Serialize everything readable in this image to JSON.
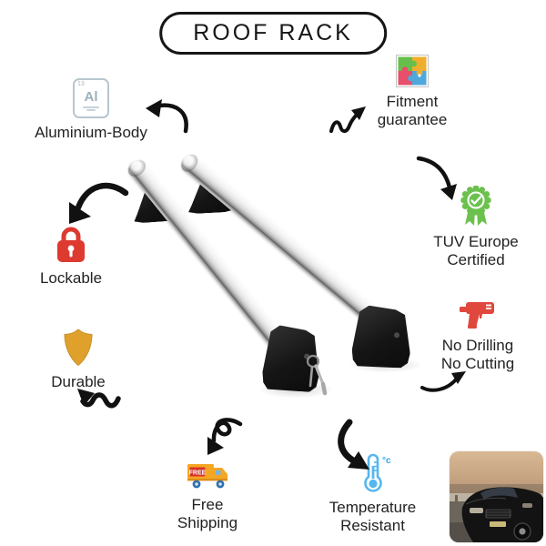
{
  "title": "ROOF RACK",
  "features": {
    "aluminium": {
      "label": "Aluminium-Body",
      "element_number": "13",
      "element_symbol": "Al"
    },
    "fitment": {
      "line1": "Fitment",
      "line2": "guarantee"
    },
    "tuv": {
      "line1": "TUV Europe",
      "line2": "Certified"
    },
    "drill": {
      "line1": "No Drilling",
      "line2": "No Cutting"
    },
    "lock": {
      "label": "Lockable"
    },
    "durable": {
      "label": "Durable"
    },
    "shipping": {
      "line1": "Free",
      "line2": "Shipping",
      "badge": "FREE"
    },
    "temperature": {
      "line1": "Temperature",
      "line2": "Resistant",
      "unit": "°c"
    }
  },
  "icons": {
    "puzzle": "fitment-puzzle-icon",
    "badge": "certified-ribbon-badge-icon",
    "drill": "power-drill-icon",
    "lock": "padlock-icon",
    "shield": "shield-icon",
    "truck": "delivery-truck-icon",
    "thermometer": "thermometer-icon",
    "periodic": "periodic-element-aluminium-icon"
  },
  "images": {
    "product": "roof-rack-cross-bars-photo",
    "car": "sedan-car-photo"
  },
  "colors": {
    "ink": "#161616",
    "puzzle_green": "#67BF4B",
    "puzzle_amber": "#F0AE2E",
    "puzzle_pink": "#E84F6B",
    "puzzle_blue": "#4EA8DC",
    "badge_green": "#6CC14E",
    "drill_red": "#E0473D",
    "lock_red": "#DD3A30",
    "shield_gold": "#DFA12C",
    "truck_amber": "#F5A623",
    "truck_badge_red": "#D93025",
    "thermo_blue": "#56B7EF"
  }
}
